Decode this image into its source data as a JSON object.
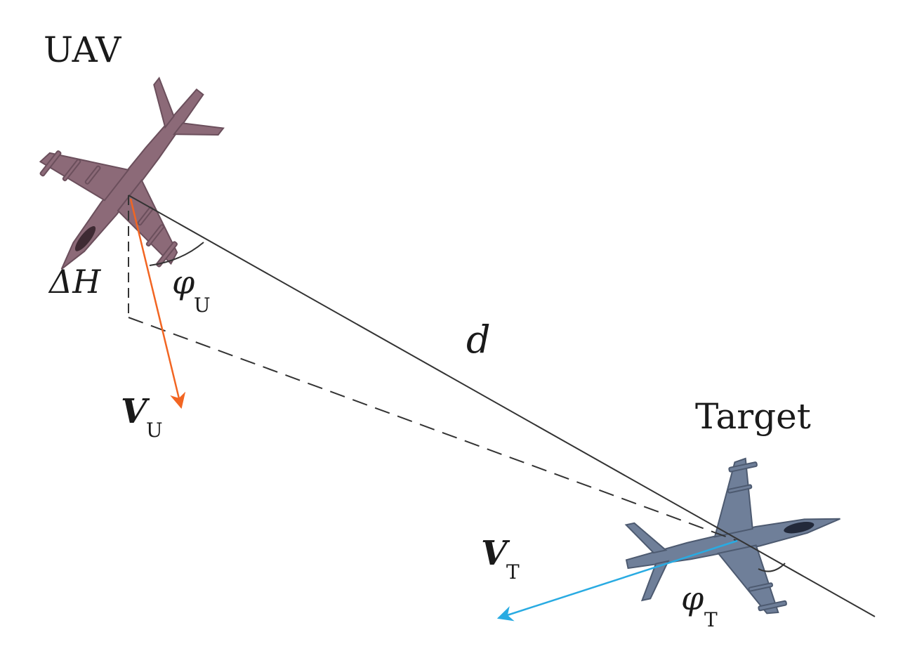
{
  "labels": {
    "uav": "UAV",
    "target": "Target",
    "delta_h": "ΔH",
    "phi": "φ",
    "sub_u": "U",
    "sub_t": "T",
    "d": "d",
    "v": "V"
  },
  "colors": {
    "uav_velocity": "#f26522",
    "target_velocity": "#29abe2",
    "line": "#333333",
    "uav_aircraft": "#8c6a78",
    "target_aircraft": "#6f7f99"
  },
  "icons": {
    "uav": "fighter-jet-icon",
    "target": "fighter-jet-icon"
  }
}
